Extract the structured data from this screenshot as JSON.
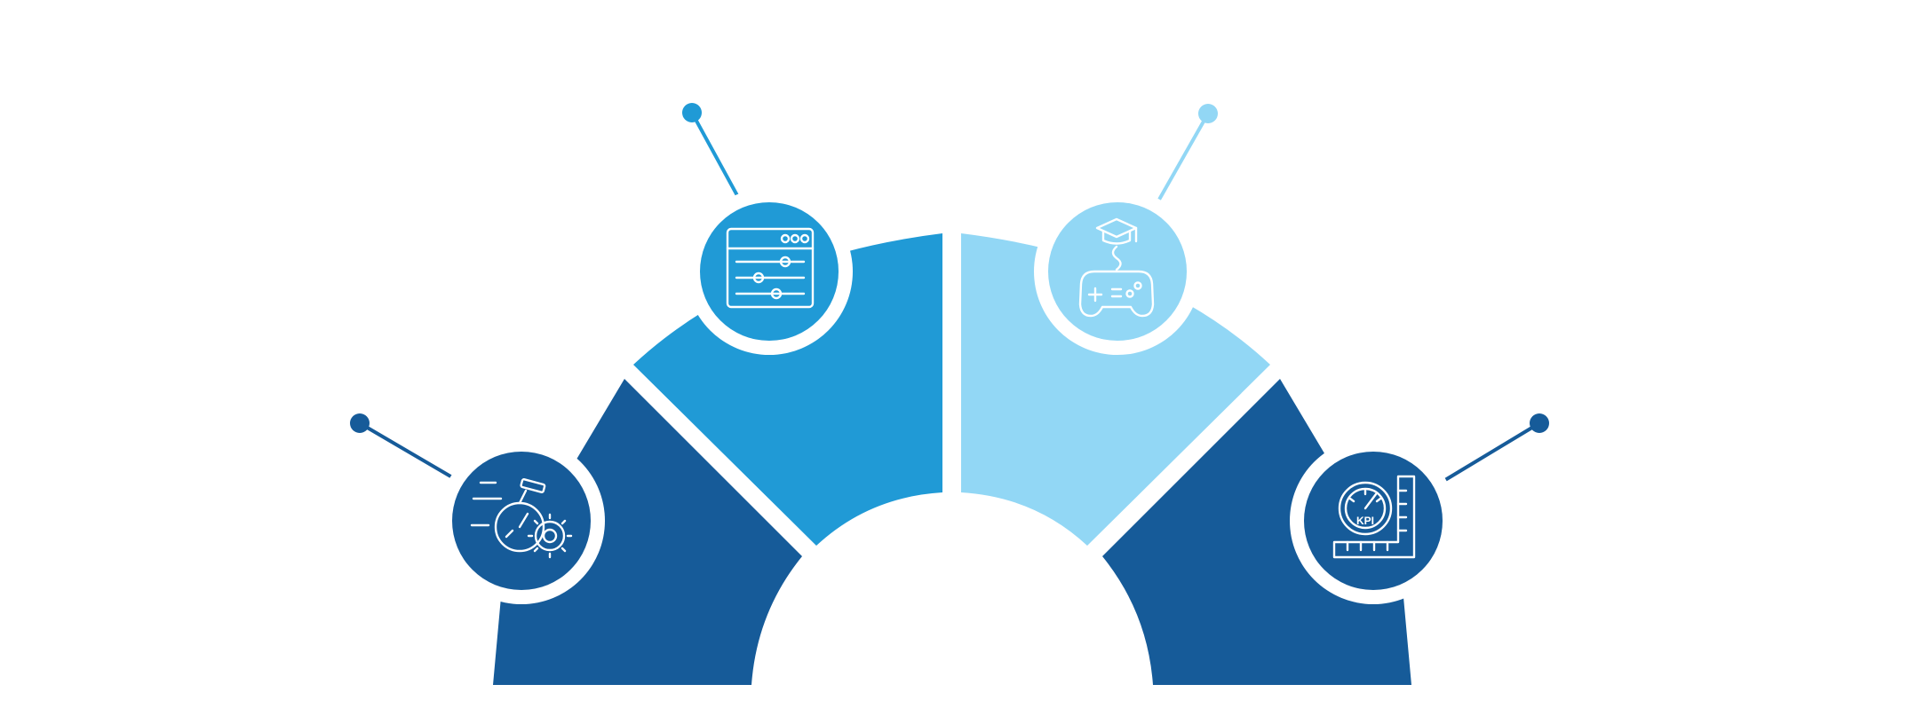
{
  "colors": {
    "dark_blue": "#165b99",
    "mid_blue": "#209ad6",
    "light_blue": "#92d7f5",
    "ring_white": "#ffffff",
    "background": "#ffffff"
  },
  "segments": [
    {
      "id": "segment-1",
      "color": "dark_blue",
      "icon": "performance-speed-gear-icon"
    },
    {
      "id": "segment-2",
      "color": "mid_blue",
      "icon": "settings-sliders-window-icon"
    },
    {
      "id": "segment-3",
      "color": "light_blue",
      "icon": "education-gamepad-icon"
    },
    {
      "id": "segment-4",
      "color": "dark_blue",
      "icon": "kpi-gauge-ruler-icon"
    }
  ],
  "kpi_icon_text": "KPI"
}
